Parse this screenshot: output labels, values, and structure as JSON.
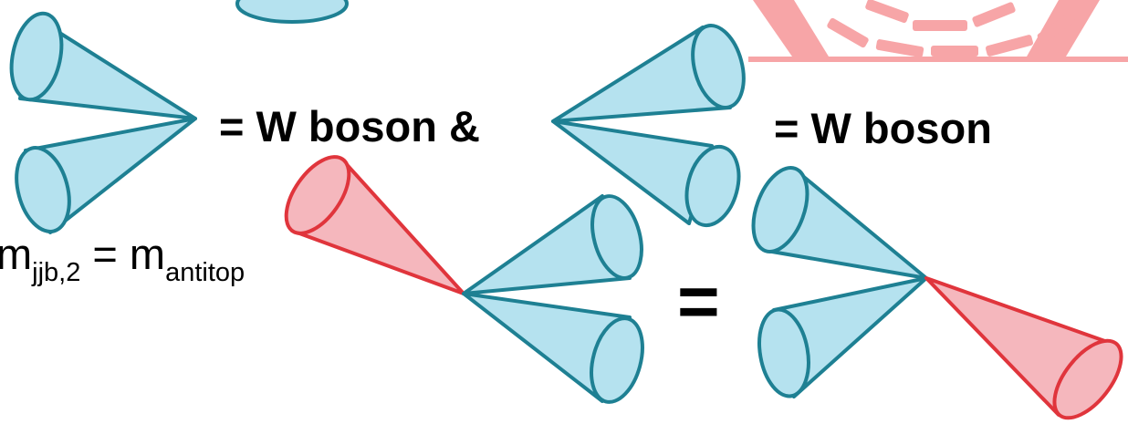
{
  "equations": {
    "w_boson_and": "= W boson &",
    "w_boson": "= W boson",
    "equals": "="
  },
  "mass_label": {
    "m": "m",
    "sub_left": "jjb,2",
    "eq": " = m",
    "sub_right": "antitop"
  },
  "colors": {
    "light_jet_fill": "#b5e2ef",
    "light_jet_stroke": "#1e8093",
    "b_jet_fill": "#f5b7bd",
    "b_jet_stroke": "#e0353c",
    "detector": "#f7a5a7"
  }
}
